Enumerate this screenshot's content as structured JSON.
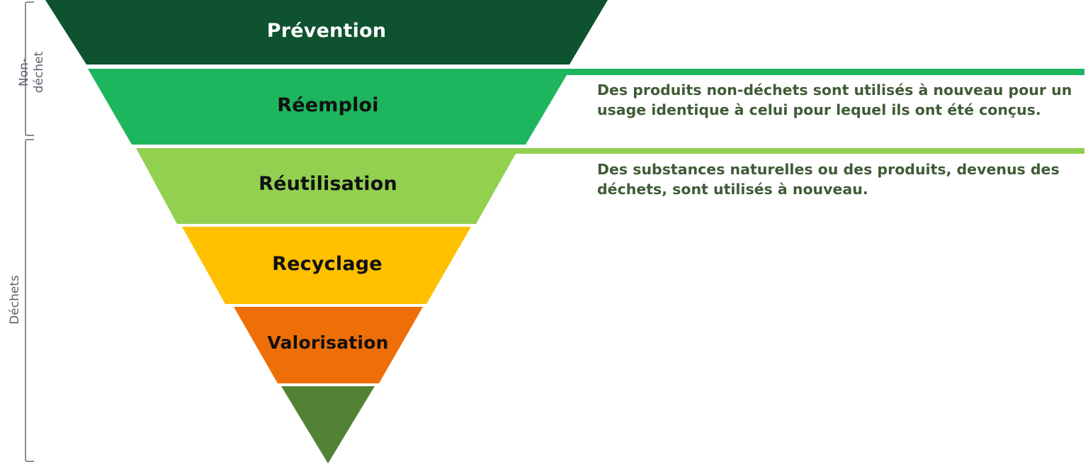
{
  "diagram": {
    "type": "inverted-pyramid",
    "levels": [
      {
        "label": "Prévention",
        "color": "#0e5230",
        "text_color": "#ffffff"
      },
      {
        "label": "Réemploi",
        "color": "#1db65e",
        "text_color": "#111111"
      },
      {
        "label": "Réutilisation",
        "color": "#92d050",
        "text_color": "#111111"
      },
      {
        "label": "Recyclage",
        "color": "#ffc000",
        "text_color": "#111111"
      },
      {
        "label": "Valorisation",
        "color": "#ee6f07",
        "text_color": "#111111"
      },
      {
        "label": "",
        "color": "#548235",
        "text_color": "#111111"
      }
    ],
    "descriptions": {
      "reemploi": "Des produits non-déchets sont utilisés à nouveau pour un usage identique à celui pour lequel ils ont été conçus.",
      "reutilisation": "Des substances naturelles ou des produits, devenus des déchets, sont utilisés à nouveau."
    },
    "groups": [
      {
        "label_line1": "Non-",
        "label_line2": "déchet"
      },
      {
        "label": "Déchets"
      }
    ]
  }
}
